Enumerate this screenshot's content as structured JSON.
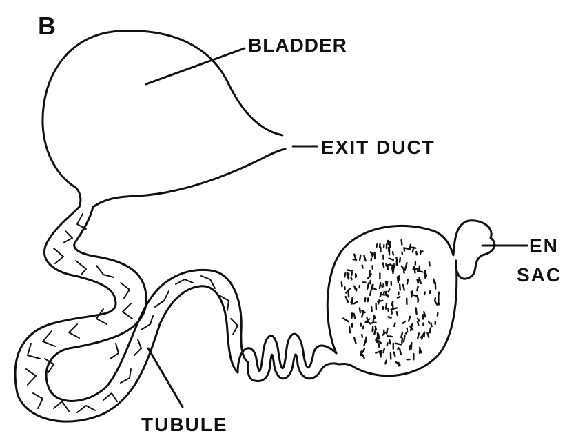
{
  "figure": {
    "panel_letter": "B",
    "labels": {
      "bladder": "BLADDER",
      "exit_duct": "EXIT DUCT",
      "end_sac_line1": "EN",
      "end_sac_line2": "SAC",
      "tubule": "TUBULE"
    }
  }
}
